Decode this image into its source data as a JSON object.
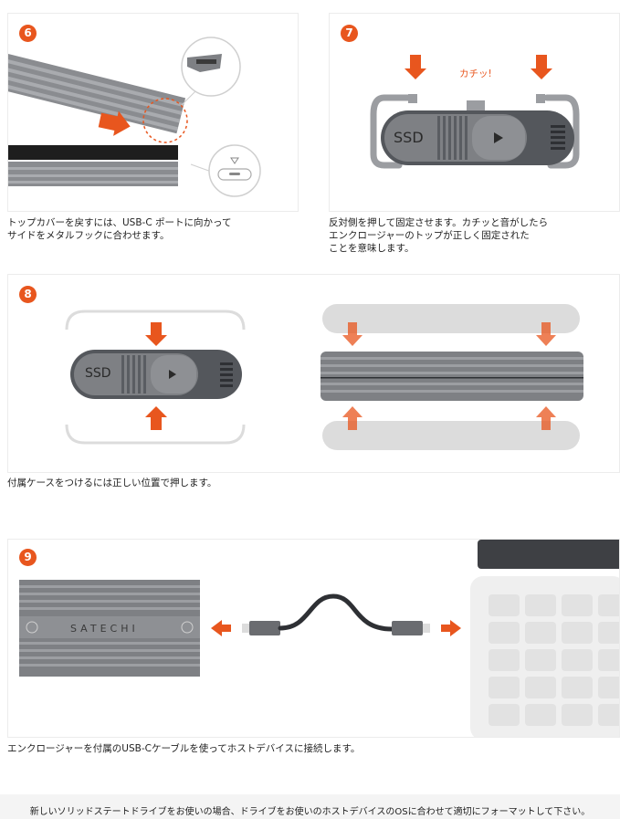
{
  "steps": [
    {
      "number": "6",
      "caption": "トップカバーを戻すには、USB-C ポートに向かって\nサイドをメタルフックに合わせます。"
    },
    {
      "number": "7",
      "caption": "反対側を押して固定させます。カチッと音がしたら\nエンクロージャーのトップが正しく固定された\nことを意味します。",
      "click_label": "カチッ!",
      "ssd_label": "SSD"
    },
    {
      "number": "8",
      "caption": "付属ケースをつけるには正しい位置で押します。",
      "ssd_label": "SSD"
    },
    {
      "number": "9",
      "caption": "エンクロージャーを付属のUSB-Cケーブルを使ってホストデバイスに接続します。",
      "brand_label": "SATECHI"
    }
  ],
  "footer_note": "新しいソリッドステートドライブをお使いの場合、ドライブをお使いのホストデバイスのOSに合わせて適切にフォーマットして下さい。",
  "colors": {
    "accent": "#e8561e",
    "enclosure": "#7e8084",
    "enclosure_dark": "#54575c",
    "case": "#dcdcdc"
  }
}
